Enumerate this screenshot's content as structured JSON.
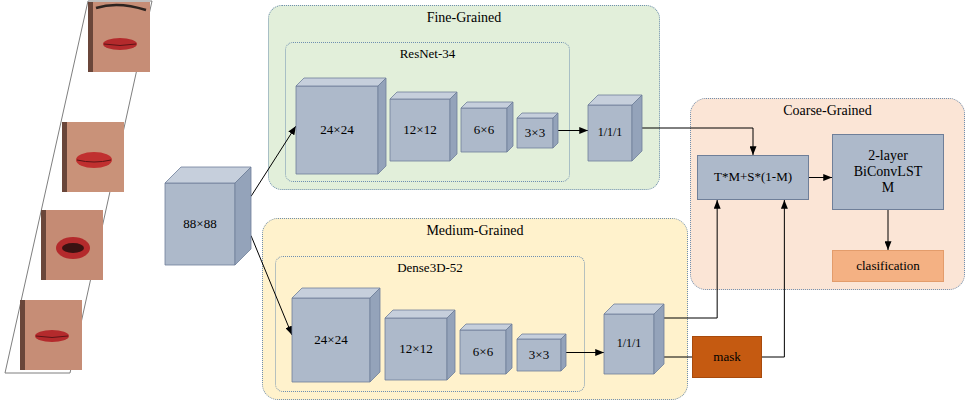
{
  "diagram": {
    "nodes": [
      {
        "text": [
          "88×88"
        ]
      },
      {
        "text": [
          "Fine-Grained"
        ]
      },
      {
        "text": [
          "ResNet-34"
        ],
        "in": 1
      },
      {
        "text": [
          "24×24"
        ],
        "in": 2
      },
      {
        "text": [
          "12×12"
        ],
        "in": 2
      },
      {
        "text": [
          "6×6"
        ],
        "in": 2
      },
      {
        "text": [
          "3×3"
        ],
        "in": 2
      },
      {
        "text": [
          "1/1/1"
        ],
        "in": 1
      },
      {
        "text": [
          "Coarse-Grained"
        ]
      },
      {
        "text": [
          "T*M+S*(1-M)"
        ],
        "in": 8
      },
      {
        "text": [
          "2-layer BiConvLST M"
        ],
        "in": 8
      },
      {
        "text": [
          "clasification"
        ],
        "in": 8
      },
      {
        "text": [
          "Medium-Grained"
        ]
      },
      {
        "text": [
          "Dense3D-52"
        ],
        "in": 12
      },
      {
        "text": [
          "24×24"
        ],
        "in": 13
      },
      {
        "text": [
          "12×12"
        ],
        "in": 13
      },
      {
        "text": [
          "6×6"
        ],
        "in": 13
      },
      {
        "text": [
          "3×3"
        ],
        "in": 13
      },
      {
        "text": [
          "1/1/1"
        ],
        "in": 12
      },
      {
        "text": [
          "mask"
        ]
      }
    ],
    "edges": [
      {
        "from": 0,
        "to": 3,
        "arrow": "to"
      },
      {
        "from": 0,
        "to": 14,
        "arrow": "to"
      },
      {
        "from": 6,
        "to": 7,
        "arrow": "to"
      },
      {
        "from": 17,
        "to": 18,
        "arrow": "to"
      },
      {
        "from": 7,
        "to": 9,
        "arrow": "to"
      },
      {
        "from": 18,
        "to": 9,
        "arrow": "to"
      },
      {
        "from": 18,
        "to": 19,
        "arrow": "none"
      },
      {
        "from": 19,
        "to": 9,
        "arrow": "to"
      },
      {
        "from": 9,
        "to": 10,
        "arrow": "to"
      },
      {
        "from": 10,
        "to": 11,
        "arrow": "to"
      }
    ]
  }
}
